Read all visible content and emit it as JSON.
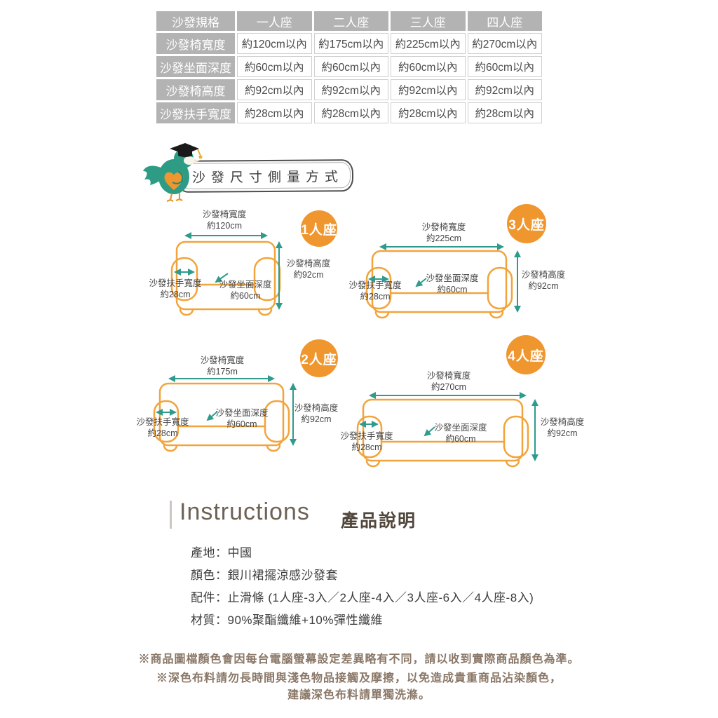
{
  "colors": {
    "accent_orange": "#F0962E",
    "sofa_orange": "#F2A43C",
    "arrow_teal": "#2E9B8C",
    "table_gray": "#B3B3B3",
    "note_brown": "#8A7767"
  },
  "spec_table": {
    "header": [
      "沙發規格",
      "一人座",
      "二人座",
      "三人座",
      "四人座"
    ],
    "rows": [
      {
        "label": "沙發椅寬度",
        "values": [
          "約120cm以內",
          "約175cm以內",
          "約225cm以內",
          "約270cm以內"
        ]
      },
      {
        "label": "沙發坐面深度",
        "values": [
          "約60cm以內",
          "約60cm以內",
          "約60cm以內",
          "約60cm以內"
        ]
      },
      {
        "label": "沙發椅高度",
        "values": [
          "約92cm以內",
          "約92cm以內",
          "約92cm以內",
          "約92cm以內"
        ]
      },
      {
        "label": "沙發扶手寬度",
        "values": [
          "約28cm以內",
          "約28cm以內",
          "約28cm以內",
          "約28cm以內"
        ]
      }
    ]
  },
  "measure_section": {
    "title": "沙發尺寸側量方式",
    "mascot": "graduate-bird-mascot",
    "diagrams": [
      {
        "badge": "1人座",
        "width_label": "沙發椅寬度",
        "width_value": "約120cm",
        "height_label": "沙發椅高度",
        "height_value": "約92cm",
        "arm_label": "沙發扶手寬度",
        "arm_value": "約28cm",
        "depth_label": "沙發坐面深度",
        "depth_value": "約60cm"
      },
      {
        "badge": "2人座",
        "width_label": "沙發椅寬度",
        "width_value": "約175m",
        "height_label": "沙發椅高度",
        "height_value": "約92cm",
        "arm_label": "沙發扶手寬度",
        "arm_value": "約28cm",
        "depth_label": "沙發坐面深度",
        "depth_value": "約60cm"
      },
      {
        "badge": "3人座",
        "width_label": "沙發椅寬度",
        "width_value": "約225cm",
        "height_label": "沙發椅高度",
        "height_value": "約92cm",
        "arm_label": "沙發扶手寬度",
        "arm_value": "約28cm",
        "depth_label": "沙發坐面深度",
        "depth_value": "約60cm"
      },
      {
        "badge": "4人座",
        "width_label": "沙發椅寬度",
        "width_value": "約270cm",
        "height_label": "沙發椅高度",
        "height_value": "約92cm",
        "arm_label": "沙發扶手寬度",
        "arm_value": "約28cm",
        "depth_label": "沙發坐面深度",
        "depth_value": "約60cm"
      }
    ]
  },
  "instructions": {
    "title_en": "Instructions",
    "title_zh": "產品說明",
    "colon": "：",
    "items": [
      {
        "label": "產地",
        "value": "中國"
      },
      {
        "label": "顏色",
        "value": "銀川裙擺涼感沙發套"
      },
      {
        "label": "配件",
        "value": "止滑條 (1人座-3入／2人座-4入／3人座-6入／4人座-8入)"
      },
      {
        "label": "材質",
        "value": "90%聚酯纖維+10%彈性纖維"
      }
    ]
  },
  "notes": [
    "※商品圖檔顏色會因每台電腦螢幕設定差異略有不同，請以收到實際商品顏色為準。",
    "※深色布料請勿長時間與淺色物品接觸及摩擦，以免造成貴重商品沾染顏色，",
    "建議深色布料請單獨洗滌。"
  ]
}
